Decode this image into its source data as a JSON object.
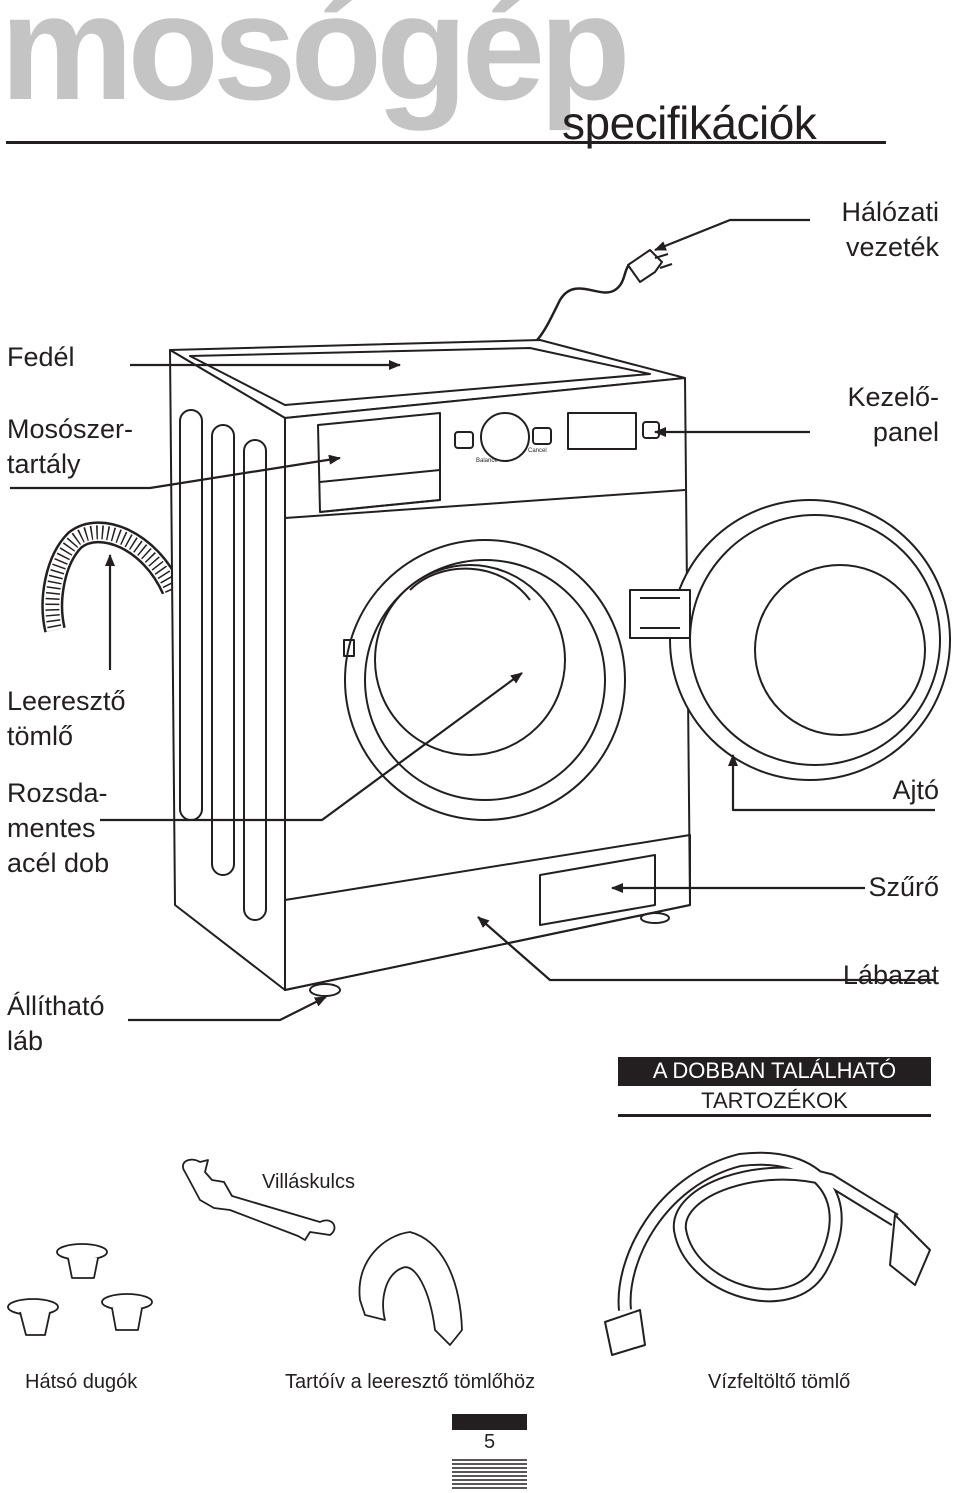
{
  "header": {
    "title": "mosógép",
    "subtitle": "specifikációk"
  },
  "labels": {
    "halozati_1": "Hálózati",
    "halozati_2": "vezeték",
    "fedel": "Fedél",
    "mososzer_1": "Mosószer-",
    "mososzer_2": "tartály",
    "kezelo_1": "Kezelő-",
    "kezelo_2": "panel",
    "leereszto_1": "Leeresztő",
    "leereszto_2": "tömlő",
    "rozsda_1": "Rozsda-",
    "rozsda_2": "mentes",
    "rozsda_3": "acél dob",
    "ajto": "Ajtó",
    "szuro": "Szűrő",
    "allithato_1": "Állítható",
    "allithato_2": "láb",
    "labazat": "Lábazat"
  },
  "accessories": {
    "header_line1": "A DOBBAN TALÁLHATÓ",
    "header_line2": "TARTOZÉKOK",
    "wrench": "Villáskulcs",
    "back_plugs": "Hátsó dugók",
    "hose_holder": "Tartóív a leeresztő tömlőhöz",
    "inlet_hose": "Vízfeltöltő tömlő"
  },
  "panel_text": {
    "balance": "Balance",
    "cancel": "Cancel"
  },
  "page": {
    "number": "5"
  }
}
